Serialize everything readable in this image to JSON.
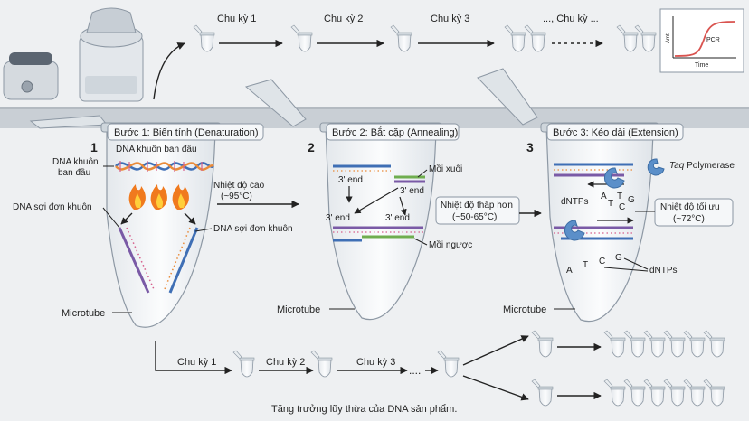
{
  "top_flow": {
    "cycles": [
      "Chu kỳ 1",
      "Chu kỳ 2",
      "Chu kỳ 3",
      "..., Chu kỳ ..."
    ],
    "dots": "......"
  },
  "pcr_chart": {
    "title": "PCR",
    "ylabel": "Amt",
    "xlabel": "Time",
    "curve_color": "#d9534f"
  },
  "steps": [
    {
      "number": "1",
      "title": "Bước 1: Biến tính (Denaturation)",
      "dna_template_label": "DNA khuôn ban đầu",
      "dna_left_label": "DNA khuôn\nban đầu",
      "single_left": "DNA sợi đơn khuôn",
      "single_right": "DNA sợi đơn khuôn",
      "tube_label": "Microtube"
    },
    {
      "number": "2",
      "title": "Bước 2: Bắt cặp (Annealing)",
      "primer_fwd": "Mồi xuôi",
      "primer_rev": "Mồi ngược",
      "end_labels": [
        "3' end",
        "3' end",
        "3' end",
        "3' end"
      ],
      "tube_label": "Microtube"
    },
    {
      "number": "3",
      "title": "Bước 3: Kéo dài (Extension)",
      "enzyme_italic": "Taq",
      "enzyme_rest": " Polymerase",
      "dntps_top": "dNTPs",
      "dntps_bottom": "dNTPs",
      "bases_top": [
        "A",
        "T",
        "C",
        "T",
        "G"
      ],
      "bases_bottom": [
        "A",
        "T",
        "C",
        "G"
      ],
      "tube_label": "Microtube"
    }
  ],
  "transitions": [
    {
      "line1": "Nhiệt độ cao",
      "line2": "(~95°C)"
    },
    {
      "line1": "Nhiệt độ thấp hơn",
      "line2": "(~50-65°C)"
    },
    {
      "line1": "Nhiệt độ tối ưu",
      "line2": "(~72°C)"
    }
  ],
  "bottom_flow": {
    "cycles": [
      "Chu kỳ 1",
      "Chu kỳ 2",
      "Chu kỳ 3"
    ],
    "dots": "....",
    "caption": "Tăng trưởng lũy thừa của DNA sản phẩm."
  },
  "colors": {
    "strand_blue": "#3f6fb5",
    "strand_orange": "#e98b3a",
    "strand_purple": "#7a5aa6",
    "strand_pink": "#d6608c",
    "primer_green": "#6fae4f",
    "enzyme_blue": "#5b8fc9",
    "flame": "#f07a1e"
  }
}
